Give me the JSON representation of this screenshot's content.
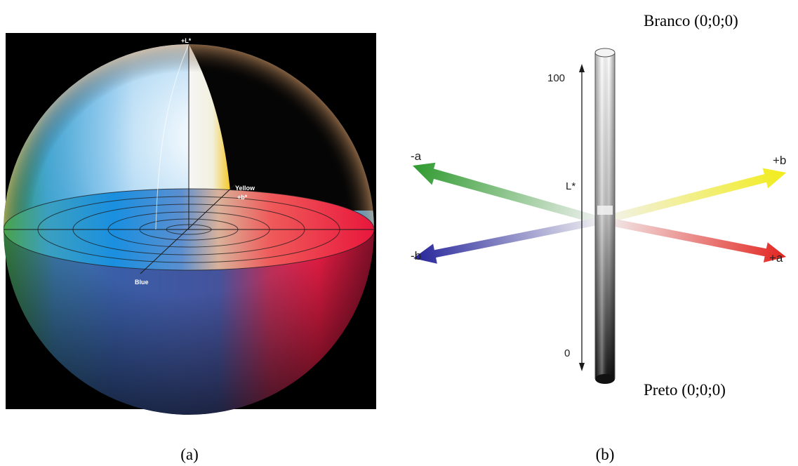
{
  "panel_a": {
    "caption": "(a)",
    "top_axis_label": "+L*",
    "yellow_label": "Yellow",
    "b_plus_label": "+b*",
    "blue_label": "Blue"
  },
  "panel_b": {
    "caption": "(b)",
    "white_label": "Branco (0;0;0)",
    "black_label": "Preto (0;0;0)",
    "lightness_label": "L*",
    "tick_top": "100",
    "tick_bottom": "0",
    "minus_a": "-a",
    "plus_a": "+a",
    "minus_b": "-b",
    "plus_b": "+b"
  },
  "colors": {
    "green": "#2e9a2e",
    "red": "#e2241f",
    "yellow": "#f2ec1a",
    "blue": "#25249a",
    "cyan": "#1e88d8",
    "magenta_red": "#e8173c"
  }
}
